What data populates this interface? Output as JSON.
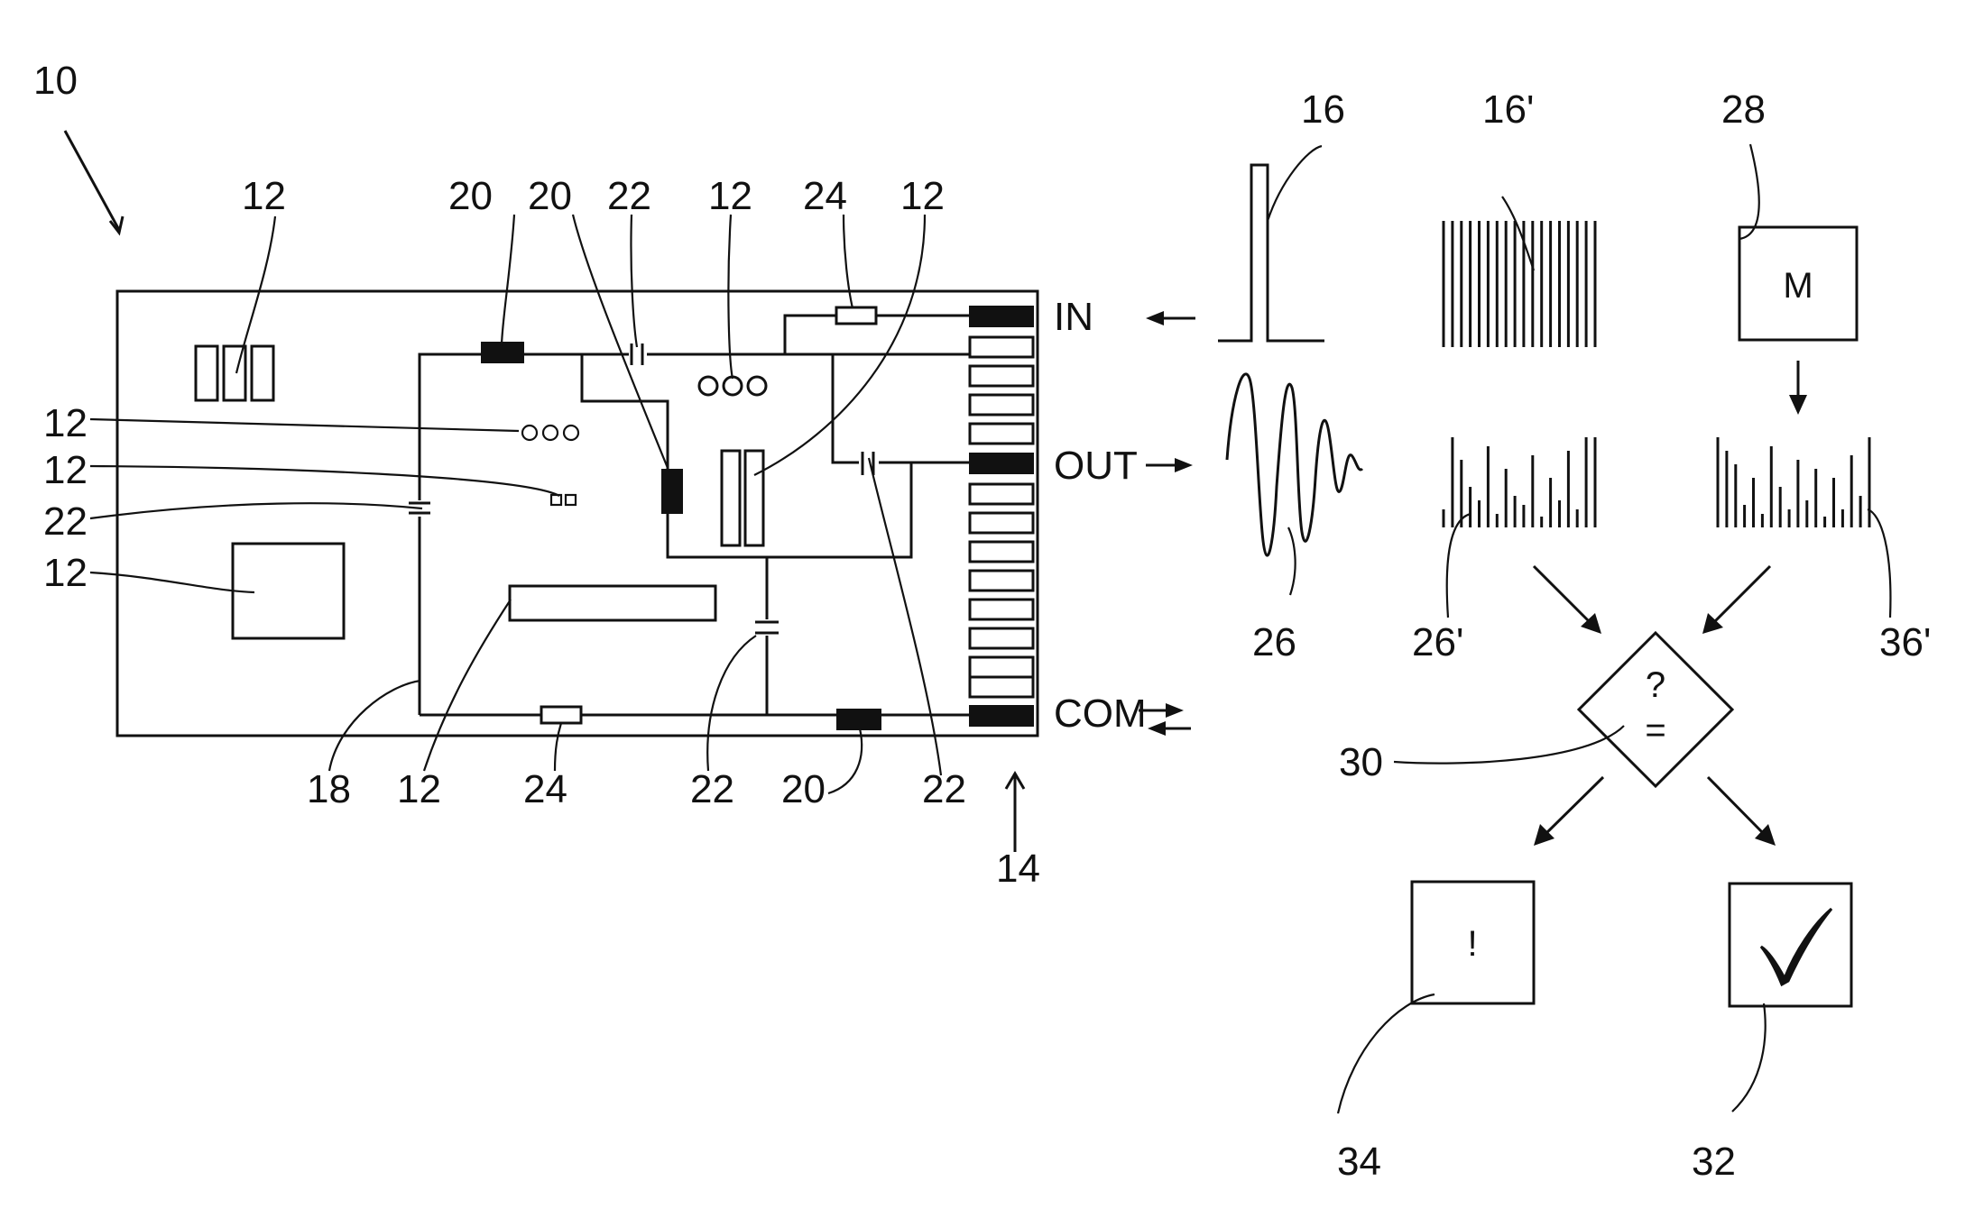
{
  "figure": {
    "reference_labels": {
      "device": "10",
      "components": "12",
      "connector": "14",
      "input_pulse": "16",
      "input_spectrum": "16'",
      "trace": "18",
      "ic_block": "20",
      "capacitor": "22",
      "resistor": "24",
      "output_response": "26",
      "output_spectrum": "26'",
      "model": "28",
      "comparison": "30",
      "ok_result": "32",
      "fault_result": "34",
      "model_spectrum": "36'"
    },
    "terminals": {
      "in": "IN",
      "out": "OUT",
      "com": "COM"
    },
    "symbols": {
      "model": "M",
      "compare_question": "?",
      "compare_equals": "=",
      "fault": "!",
      "ok": "check-mark-icon"
    },
    "spectra": {
      "input_heights": [
        1,
        1,
        1,
        1,
        1,
        1,
        1,
        1,
        1,
        1,
        1,
        1,
        1,
        1,
        1,
        1,
        1,
        1
      ],
      "output_heights": [
        0.2,
        1,
        0.75,
        0.45,
        0.3,
        0.9,
        0.15,
        0.65,
        0.35,
        0.25,
        0.8,
        0.12,
        0.55,
        0.3,
        0.85,
        0.2,
        1,
        1
      ],
      "model_heights": [
        1,
        0.85,
        0.7,
        0.25,
        0.55,
        0.15,
        0.9,
        0.45,
        0.2,
        0.75,
        0.3,
        0.65,
        0.12,
        0.55,
        0.2,
        0.8,
        0.35,
        1
      ]
    }
  }
}
